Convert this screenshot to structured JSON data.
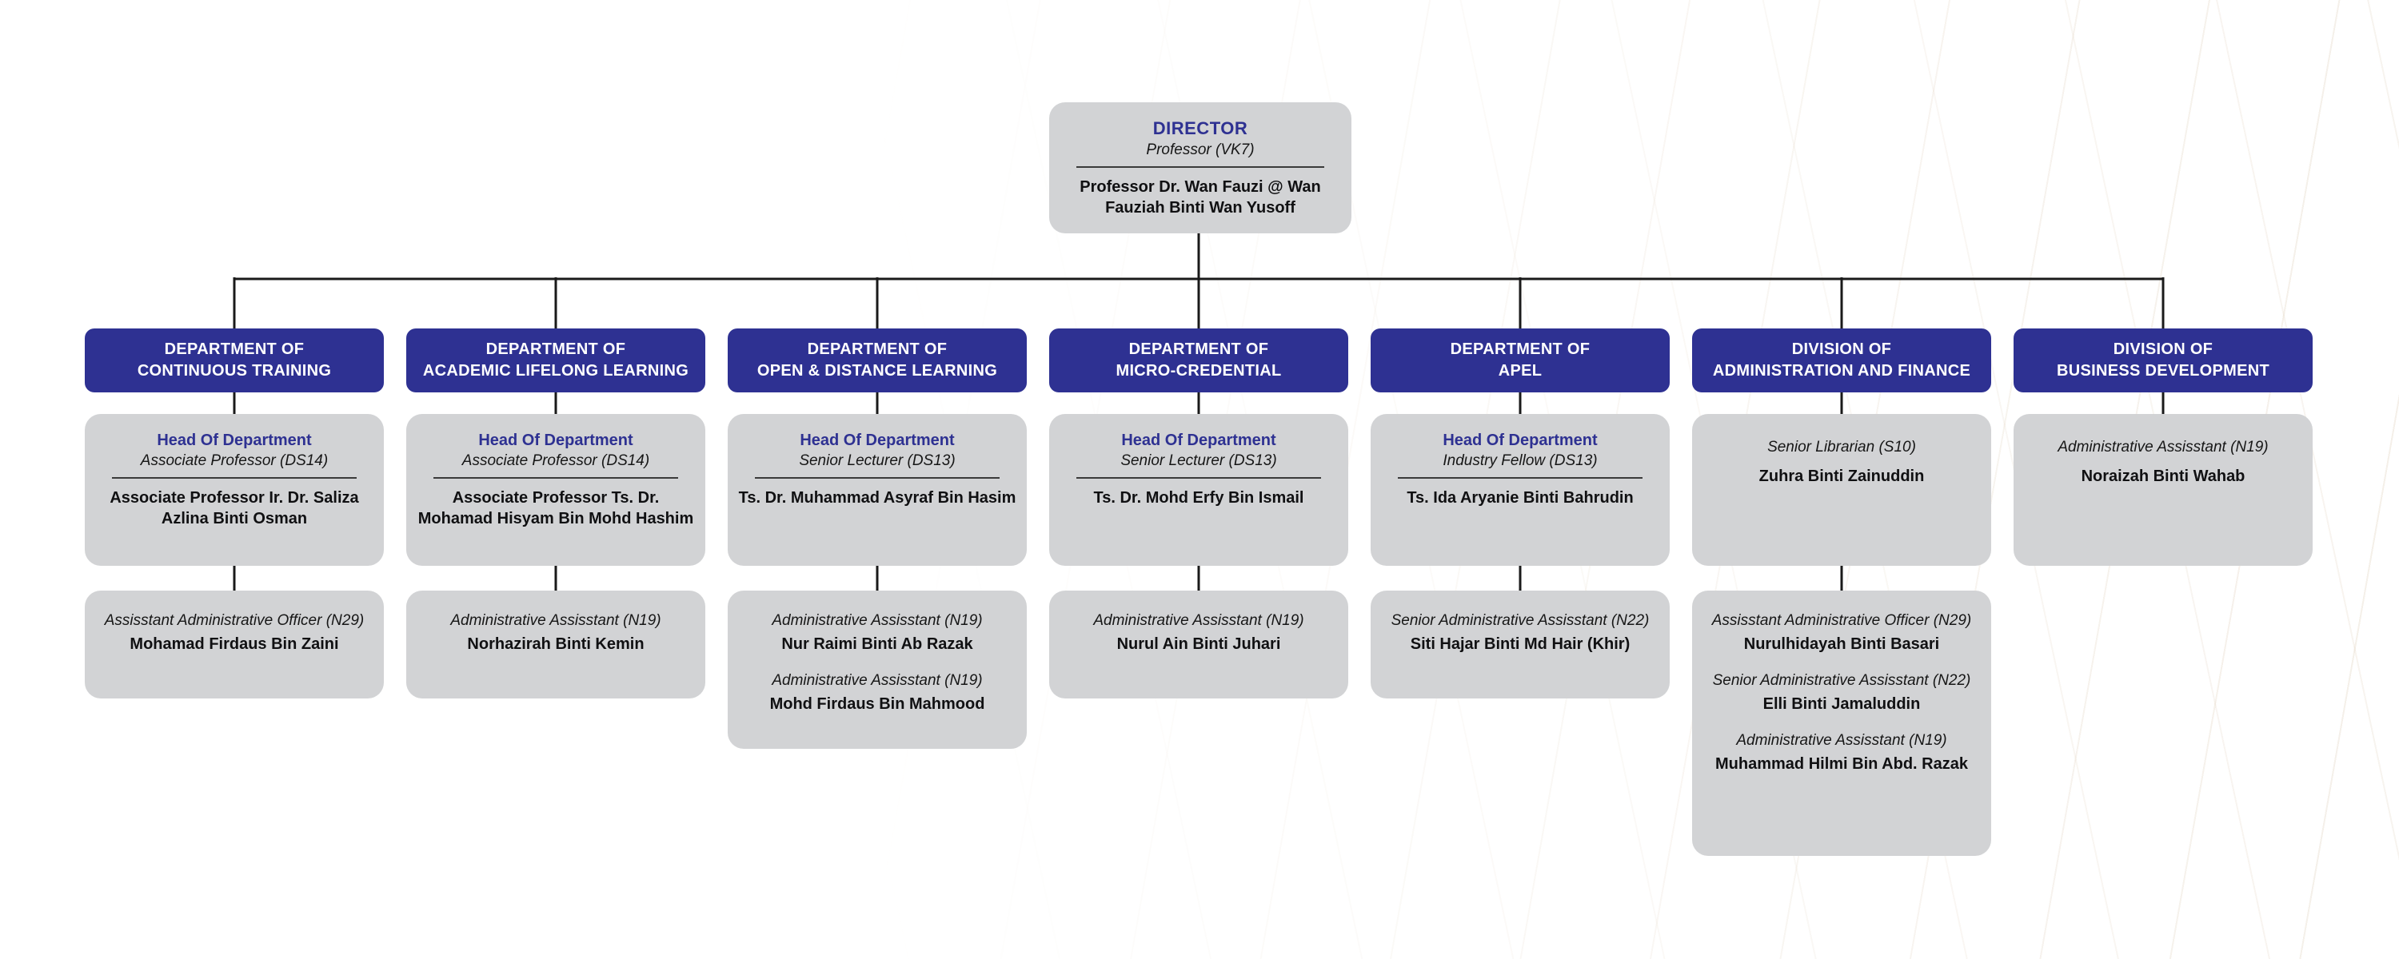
{
  "colors": {
    "accent": "#2e3192",
    "box-gray": "#d2d3d5",
    "line": "#1a1a1a",
    "header-text": "#ffffff",
    "text": "#1d1d1f"
  },
  "director": {
    "title": "DIRECTOR",
    "role": "Professor (VK7)",
    "name": "Professor Dr. Wan Fauzi @ Wan Fauziah Binti Wan Yusoff"
  },
  "units": [
    {
      "header1": "DEPARTMENT OF",
      "header2": "CONTINUOUS TRAINING",
      "hod": {
        "heading": "Head Of Department",
        "role": "Associate Professor (DS14)",
        "name": "Associate Professor Ir. Dr. Saliza Azlina Binti Osman"
      },
      "staff": [
        {
          "role": "Assisstant Administrative Officer (N29)",
          "name": "Mohamad Firdaus Bin Zaini"
        }
      ]
    },
    {
      "header1": "DEPARTMENT OF",
      "header2": "ACADEMIC LIFELONG LEARNING",
      "hod": {
        "heading": "Head Of Department",
        "role": "Associate Professor (DS14)",
        "name": "Associate Professor Ts. Dr. Mohamad Hisyam Bin Mohd Hashim"
      },
      "staff": [
        {
          "role": "Administrative Assisstant (N19)",
          "name": "Norhazirah Binti Kemin"
        }
      ]
    },
    {
      "header1": "DEPARTMENT OF",
      "header2": "OPEN & DISTANCE LEARNING",
      "hod": {
        "heading": "Head Of Department",
        "role": "Senior Lecturer (DS13)",
        "name": "Ts. Dr. Muhammad Asyraf Bin Hasim"
      },
      "staff": [
        {
          "role": "Administrative Assisstant (N19)",
          "name": "Nur Raimi Binti Ab Razak"
        },
        {
          "role": "Administrative Assisstant (N19)",
          "name": "Mohd Firdaus Bin Mahmood"
        }
      ]
    },
    {
      "header1": "DEPARTMENT OF",
      "header2": "MICRO-CREDENTIAL",
      "hod": {
        "heading": "Head Of Department",
        "role": "Senior Lecturer (DS13)",
        "name": "Ts. Dr. Mohd Erfy Bin Ismail"
      },
      "staff": [
        {
          "role": "Administrative Assisstant (N19)",
          "name": "Nurul Ain Binti Juhari"
        }
      ]
    },
    {
      "header1": "DEPARTMENT OF",
      "header2": "APEL",
      "hod": {
        "heading": "Head Of Department",
        "role": "Industry Fellow (DS13)",
        "name": "Ts. Ida Aryanie Binti Bahrudin"
      },
      "staff": [
        {
          "role": "Senior Administrative Assisstant (N22)",
          "name": "Siti Hajar Binti Md Hair (Khir)"
        }
      ]
    },
    {
      "header1": "DIVISION OF",
      "header2": "ADMINISTRATION AND FINANCE",
      "hod": {
        "role": "Senior Librarian (S10)",
        "name": "Zuhra Binti Zainuddin"
      },
      "staff": [
        {
          "role": "Assisstant Administrative Officer (N29)",
          "name": "Nurulhidayah Binti Basari"
        },
        {
          "role": "Senior Administrative Assisstant (N22)",
          "name": "Elli Binti Jamaluddin"
        },
        {
          "role": "Administrative Assisstant (N19)",
          "name": "Muhammad Hilmi Bin Abd. Razak"
        }
      ]
    },
    {
      "header1": "DIVISION OF",
      "header2": "BUSINESS DEVELOPMENT",
      "hod": {
        "role": "Administrative Assisstant (N19)",
        "name": "Noraizah Binti Wahab"
      },
      "staff": []
    }
  ]
}
